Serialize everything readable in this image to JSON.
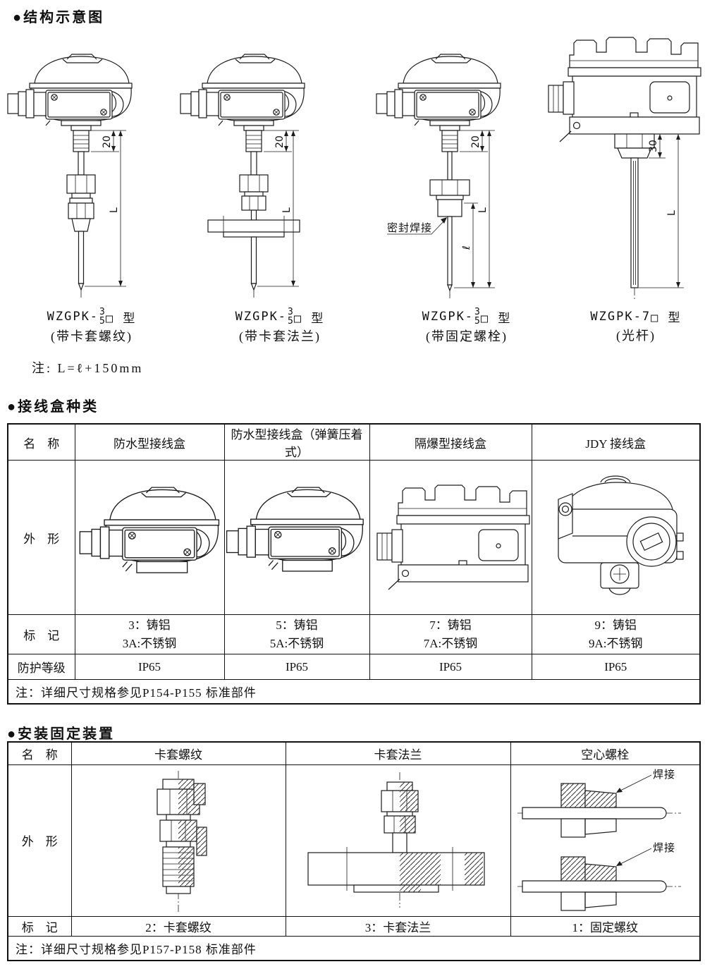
{
  "section1": {
    "title": "●结构示意图",
    "note": "注: L=ℓ+150mm",
    "diagrams": [
      {
        "model": "WZGPK-",
        "frac_top": "3",
        "frac_bottom": "5",
        "model_suffix": "□ 型",
        "subtitle": "(带卡套螺纹)",
        "dim_neck": "20",
        "dim_length": "L"
      },
      {
        "model": "WZGPK-",
        "frac_top": "3",
        "frac_bottom": "5",
        "model_suffix": "□ 型",
        "subtitle": "(带卡套法兰)",
        "dim_neck": "20",
        "dim_length": "L"
      },
      {
        "model": "WZGPK-",
        "frac_top": "3",
        "frac_bottom": "5",
        "model_suffix": "□ 型",
        "subtitle": "(带固定螺栓)",
        "dim_neck": "20",
        "dim_length": "L",
        "dim_insert": "ℓ",
        "weld_label": "密封焊接"
      },
      {
        "model": "WZGPK-7",
        "model_suffix": "□ 型",
        "subtitle": "(光杆)",
        "dim_neck": "30",
        "dim_length": "L"
      }
    ]
  },
  "section2": {
    "title": "●接线盒种类",
    "table": {
      "name_header": "名　称",
      "shape_label": "外　形",
      "mark_label": "标　记",
      "ip_label": "防护等级",
      "columns": [
        "防水型接线盒",
        "防水型接线盒（弹簧压着式）",
        "隔爆型接线盒",
        "JDY 接线盒"
      ],
      "marks": [
        [
          "3：铸铝",
          "3A:不锈钢"
        ],
        [
          "5：铸铝",
          "5A:不锈钢"
        ],
        [
          "7：铸铝",
          "7A:不锈钢"
        ],
        [
          "9：铸铝",
          "9A:不锈钢"
        ]
      ],
      "ip_values": [
        "IP65",
        "IP65",
        "IP65",
        "IP65"
      ],
      "note": "注：详细尺寸规格参见P154-P155 标准部件"
    }
  },
  "section3": {
    "title": "●安装固定装置",
    "table": {
      "name_header": "名　称",
      "shape_label": "外　形",
      "mark_label": "标　记",
      "columns": [
        "卡套螺纹",
        "卡套法兰",
        "空心螺栓"
      ],
      "marks": [
        "2：卡套螺纹",
        "3：卡套法兰",
        "1：固定螺纹"
      ],
      "weld_label": "焊接",
      "note": "注：详细尺寸规格参见P157-P158 标准部件"
    }
  }
}
